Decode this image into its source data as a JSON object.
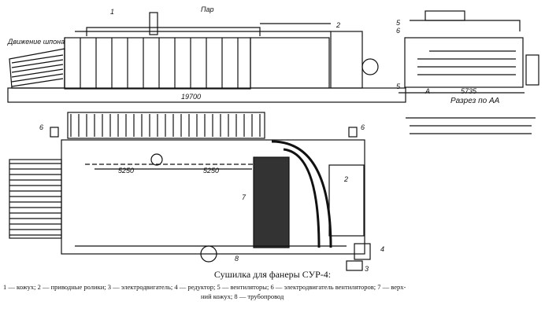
{
  "title": "Сушилка для фанеры СУР-4:",
  "legend_line1": "1 — кожух; 2 — приводные ролики; 3 — электродвигатель; 4 — редуктор; 5 — вентиляторы; 6 — электродвигатель вентиляторов; 7 — верх-",
  "legend_line2": "ний кожух; 8 — трубопровод",
  "labels": {
    "movement": "Движение шпона",
    "steam": "Пар",
    "length": "19700",
    "width": "5735",
    "section": "Разрез по АА",
    "section_mark": "А",
    "dim_left": "5250",
    "dim_right": "5250",
    "n1": "1",
    "n2": "2",
    "n3": "3",
    "n4": "4",
    "n5a": "5",
    "n5b": "5",
    "n6a": "6",
    "n6b": "6",
    "n6c": "6",
    "n7": "7",
    "n8": "8",
    "n2b": "2"
  }
}
